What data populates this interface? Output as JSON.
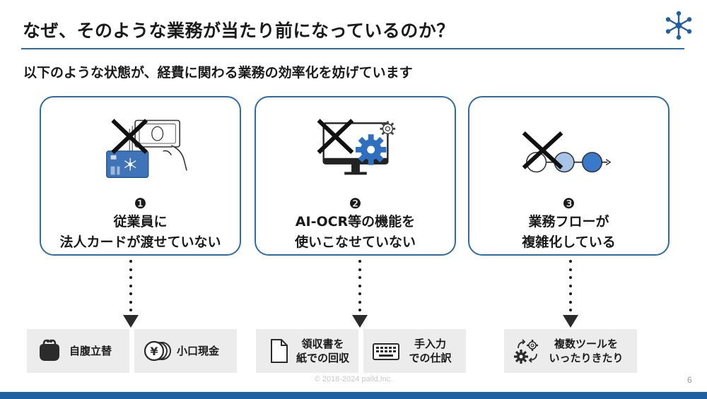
{
  "header": {
    "title": "なぜ、そのような業務が当たり前になっているのか？",
    "subtitle": "以下のような状態が、経費に関わる業務の効率化を妨げています"
  },
  "logo": {
    "icon": "network-logo-icon",
    "color": "#1f5fa3"
  },
  "cards": [
    {
      "number": "❶",
      "line1": "従業員に",
      "line2": "法人カードが渡せていない",
      "icon": "cash-and-card-crossed-icon"
    },
    {
      "number": "❷",
      "line1": "AI-OCR等の機能を",
      "line2": "使いこなせていない",
      "icon": "monitor-gears-crossed-icon"
    },
    {
      "number": "❸",
      "line1": "業務フローが",
      "line2": "複雑化している",
      "icon": "workflow-steps-crossed-icon"
    }
  ],
  "tiles": [
    {
      "line1": "自腹立替",
      "line2": "",
      "icon": "purse-icon"
    },
    {
      "line1": "小口現金",
      "line2": "",
      "icon": "yen-coins-icon"
    },
    {
      "line1": "領収書を",
      "line2": "紙での回収",
      "icon": "paper-document-icon"
    },
    {
      "line1": "手入力",
      "line2": "での仕訳",
      "icon": "keyboard-icon"
    },
    {
      "line1": "複数ツールを",
      "line2": "いったりきたり",
      "icon": "gears-cycle-icon"
    }
  ],
  "footer": {
    "copyright": "© 2018-2024  paild,Inc.",
    "page": "6"
  },
  "colors": {
    "accent": "#2e6da4",
    "brand_bar": "#1f5fa3",
    "tile_bg": "#ececec"
  }
}
